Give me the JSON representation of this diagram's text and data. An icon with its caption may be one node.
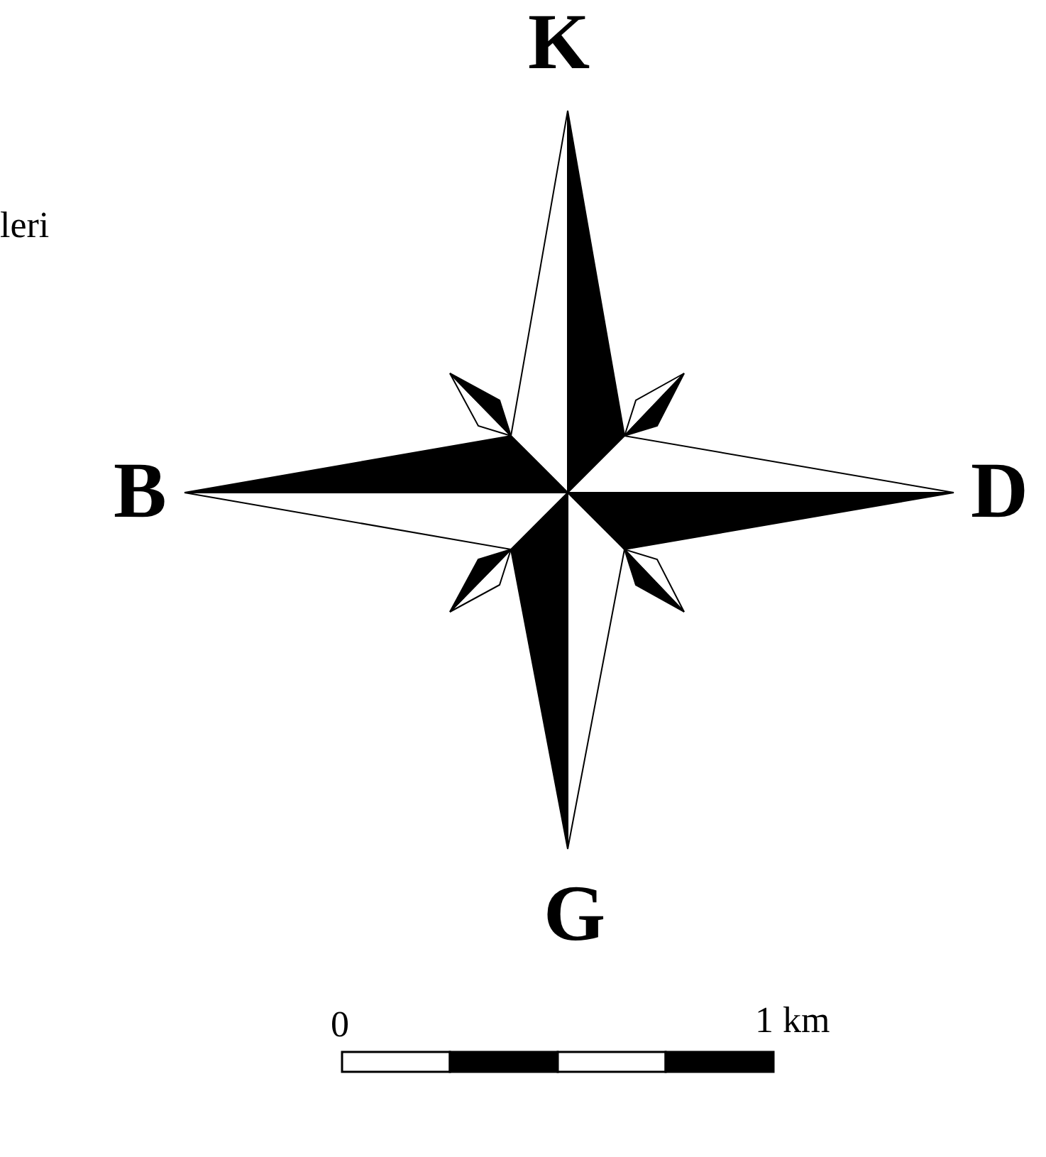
{
  "diagram": {
    "labels": [
      "K",
      "leri",
      "B",
      "D",
      "G",
      "0",
      "1 km"
    ]
  }
}
